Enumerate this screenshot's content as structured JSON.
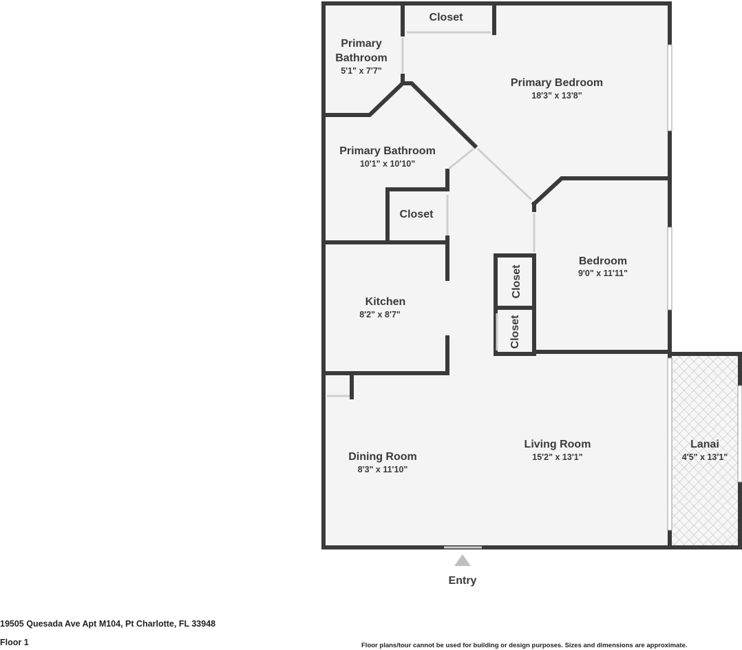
{
  "rooms": {
    "primary_bathroom_small": {
      "name_line1": "Primary",
      "name_line2": "Bathroom",
      "dim": "5'1\" x 7'7\""
    },
    "closet_top": {
      "name": "Closet"
    },
    "primary_bedroom": {
      "name": "Primary Bedroom",
      "dim": "18'3\" x 13'8\""
    },
    "primary_bathroom": {
      "name": "Primary Bathroom",
      "dim": "10'1\" x 10'10\""
    },
    "closet_mid": {
      "name": "Closet"
    },
    "bedroom": {
      "name": "Bedroom",
      "dim": "9'0\" x 11'11\""
    },
    "closet_v1": {
      "name": "Closet"
    },
    "closet_v2": {
      "name": "Closet"
    },
    "kitchen": {
      "name": "Kitchen",
      "dim": "8'2\" x 8'7\""
    },
    "living_room": {
      "name": "Living Room",
      "dim": "15'2\" x 13'1\""
    },
    "dining_room": {
      "name": "Dining Room",
      "dim": "8'3\" x 11'10\""
    },
    "lanai": {
      "name": "Lanai",
      "dim": "4'5\" x 13'1\""
    }
  },
  "entry": {
    "label": "Entry"
  },
  "footer": {
    "address": "19505 Quesada Ave Apt M104, Pt Charlotte, FL 33948",
    "floor": "Floor 1",
    "disclaimer": "Floor plans/tour cannot be used for building or design purposes. Sizes and dimensions are approximate."
  },
  "colors": {
    "wall": "#3a3a3a",
    "floor": "#f4f4f4",
    "window": "#d9d9d9"
  }
}
